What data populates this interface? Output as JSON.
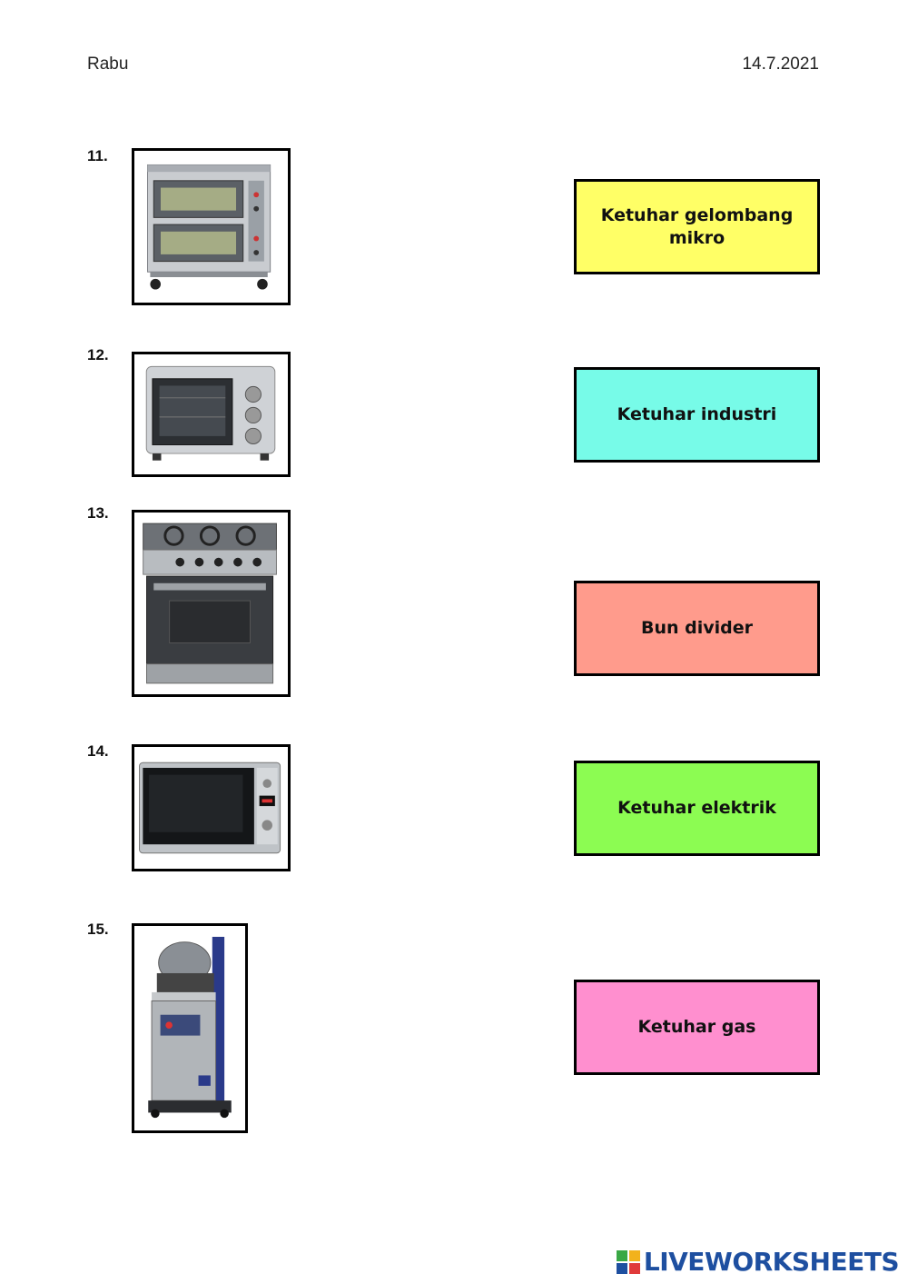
{
  "header": {
    "day": "Rabu",
    "date": "14.7.2021"
  },
  "items": [
    {
      "number": "11.",
      "image": "industrial-deck-oven"
    },
    {
      "number": "12.",
      "image": "electric-countertop-oven"
    },
    {
      "number": "13.",
      "image": "gas-stove-oven"
    },
    {
      "number": "14.",
      "image": "microwave-oven"
    },
    {
      "number": "15.",
      "image": "bun-divider-machine"
    }
  ],
  "answers": [
    {
      "label": "Ketuhar gelombang mikro",
      "color": "#ffff66"
    },
    {
      "label": "Ketuhar industri",
      "color": "#77fbe8"
    },
    {
      "label": "Bun divider",
      "color": "#ff9b8c"
    },
    {
      "label": "Ketuhar elektrik",
      "color": "#8cfc52"
    },
    {
      "label": "Ketuhar gas",
      "color": "#ff8fcf"
    }
  ],
  "brand": {
    "name": "LIVEWORKSHEETS",
    "icon": "liveworksheets-logo-icon"
  }
}
